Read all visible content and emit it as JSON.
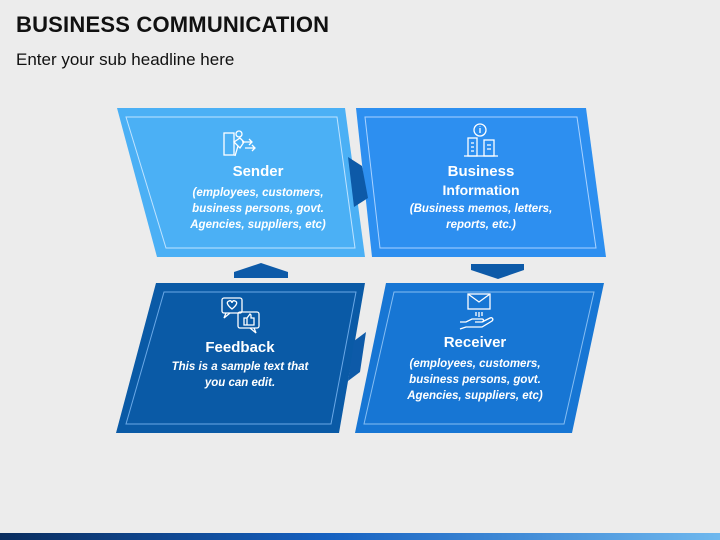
{
  "header": {
    "title": "BUSINESS COMMUNICATION",
    "subtitle": "Enter your sub headline here"
  },
  "cards": {
    "sender": {
      "title": "Sender",
      "desc": "(employees, customers, business persons, govt. Agencies, suppliers, etc)",
      "color": "#4bb0f5",
      "icon": "sender-icon"
    },
    "business": {
      "title": "Business",
      "subtitle": "Information",
      "desc": "(Business memos, letters, reports, etc.)",
      "color": "#2d8ff0",
      "icon": "buildings-info-icon"
    },
    "receiver": {
      "title": "Receiver",
      "desc": "(employees, customers, business persons, govt. Agencies, suppliers, etc)",
      "color": "#1776d4",
      "icon": "envelope-hand-icon"
    },
    "feedback": {
      "title": "Feedback",
      "desc": "This is a sample text that you can edit.",
      "color": "#0a5aa6",
      "icon": "chat-heart-thumbs-icon"
    }
  },
  "colors": {
    "arrow": "#0d5aa8",
    "background": "#ececec"
  }
}
